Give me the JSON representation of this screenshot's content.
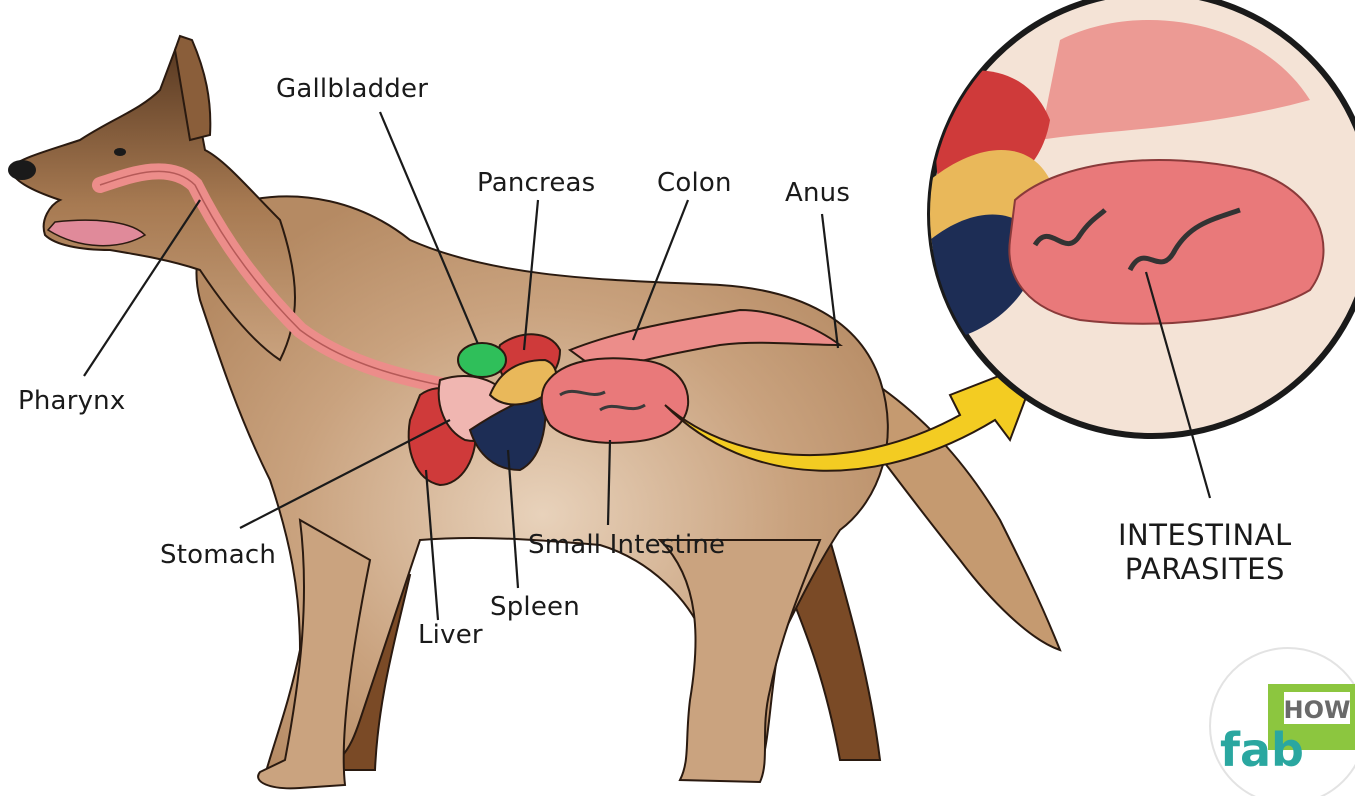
{
  "labels": {
    "gallbladder": "Gallbladder",
    "pancreas": "Pancreas",
    "colon": "Colon",
    "anus": "Anus",
    "pharynx": "Pharynx",
    "stomach": "Stomach",
    "small_intestine": "Small Intestine",
    "liver": "Liver",
    "spleen": "Spleen",
    "callout_line1": "INTESTINAL",
    "callout_line2": "PARASITES"
  },
  "logo": {
    "word": "fab",
    "badge": "HOW"
  },
  "colors": {
    "fur": "#c8a07c",
    "fur_dark": "#6e4a2c",
    "digestive_tract": "#ec8d8a",
    "liver": "#cf3a3a",
    "spleen": "#1d2d55",
    "pancreas": "#e9b85a",
    "gallbladder": "#2fbf5a",
    "intestine": "#e9797a",
    "arrow": "#f3cc22",
    "logo_green": "#8cc63f",
    "logo_teal": "#2aa7a0"
  }
}
